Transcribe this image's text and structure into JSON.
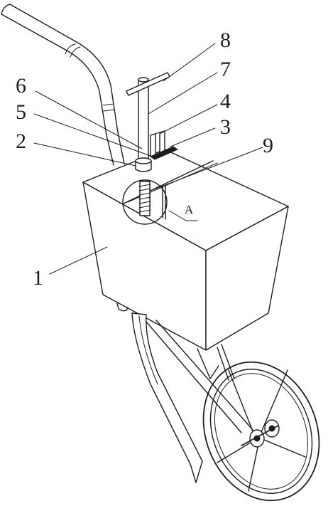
{
  "labels": {
    "l1": "1",
    "l2": "2",
    "l3": "3",
    "l4": "4",
    "l5": "5",
    "l6": "6",
    "l7": "7",
    "l8": "8",
    "l9": "9",
    "detail": "A"
  }
}
